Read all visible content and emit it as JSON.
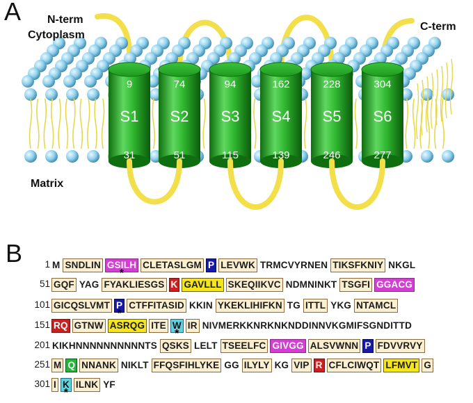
{
  "panelA": {
    "letter": "A",
    "labels": {
      "nterm": "N-term",
      "cytoplasm": "Cytoplasm",
      "cterm": "C-term",
      "matrix": "Matrix"
    },
    "helices": [
      {
        "name": "S1",
        "top": "9",
        "bottom": "31"
      },
      {
        "name": "S2",
        "top": "74",
        "bottom": "51"
      },
      {
        "name": "S3",
        "top": "94",
        "bottom": "115"
      },
      {
        "name": "S4",
        "top": "162",
        "bottom": "139"
      },
      {
        "name": "S5",
        "top": "228",
        "bottom": "246"
      },
      {
        "name": "S6",
        "top": "304",
        "bottom": "277"
      }
    ],
    "colors": {
      "helix": "#2fb62f",
      "helix_dark": "#0f6e0f",
      "loop": "#f2df4a",
      "lipid_head": "#8fd1ee",
      "lipid_tail": "#e6d84a"
    }
  },
  "panelB": {
    "letter": "B",
    "rows": [
      {
        "num": "1",
        "segs": [
          {
            "t": "M",
            "s": "plain"
          },
          {
            "t": "SNDLIN",
            "s": "tm"
          },
          {
            "t": "GSILH",
            "s": "mag",
            "star": true
          },
          {
            "t": "CLETASLGM",
            "s": "tm"
          },
          {
            "t": "P",
            "s": "blu"
          },
          {
            "t": "LEVWK",
            "s": "tm"
          },
          {
            "t": "TRMCVYRNEN",
            "s": "plain"
          },
          {
            "t": "TIKSFKNIY",
            "s": "tm"
          },
          {
            "t": "NKGL",
            "s": "plain"
          }
        ]
      },
      {
        "num": "51",
        "segs": [
          {
            "t": "GQF",
            "s": "tm"
          },
          {
            "t": "YAG",
            "s": "plain"
          },
          {
            "t": "FYAKLIESGS",
            "s": "tm"
          },
          {
            "t": "K",
            "s": "red"
          },
          {
            "t": "GAVLLL",
            "s": "ylw"
          },
          {
            "t": "SKEQIIKVC",
            "s": "tm"
          },
          {
            "t": "NDMNINKT",
            "s": "plain"
          },
          {
            "t": "TSGFI",
            "s": "tm"
          },
          {
            "t": "GGACG",
            "s": "mag"
          }
        ]
      },
      {
        "num": "101",
        "segs": [
          {
            "t": "GICQSLVMT",
            "s": "tm"
          },
          {
            "t": "P",
            "s": "blu",
            "star": true
          },
          {
            "t": "CTFFITASID",
            "s": "tm"
          },
          {
            "t": "KKIN",
            "s": "plain"
          },
          {
            "t": "YKEKLIHIFKN",
            "s": "tm"
          },
          {
            "t": "TG",
            "s": "plain"
          },
          {
            "t": "ITTL",
            "s": "tm"
          },
          {
            "t": "YKG",
            "s": "plain"
          },
          {
            "t": "NTAMCL",
            "s": "tm"
          }
        ]
      },
      {
        "num": "151",
        "segs": [
          {
            "t": "RQ",
            "s": "red"
          },
          {
            "t": "GTNW",
            "s": "tm"
          },
          {
            "t": "ASRQG",
            "s": "ylw"
          },
          {
            "t": "ITE",
            "s": "tm"
          },
          {
            "t": "W",
            "s": "cyn",
            "star": true
          },
          {
            "t": "IR",
            "s": "tm"
          },
          {
            "t": "NIVMERKKNRKNKNDDINNVKGMIFSGNDITTD",
            "s": "plain"
          }
        ]
      },
      {
        "num": "201",
        "segs": [
          {
            "t": "KIKHNNNNNNNNNNTS",
            "s": "plain"
          },
          {
            "t": "QSKS",
            "s": "tm"
          },
          {
            "t": "LELT",
            "s": "plain"
          },
          {
            "t": "TSEELFC",
            "s": "tm"
          },
          {
            "t": "GIVGG",
            "s": "mag"
          },
          {
            "t": "ALSVWNN",
            "s": "tm"
          },
          {
            "t": "P",
            "s": "blu"
          },
          {
            "t": "FDVVRVY",
            "s": "tm"
          }
        ]
      },
      {
        "num": "251",
        "segs": [
          {
            "t": "M",
            "s": "tm"
          },
          {
            "t": "Q",
            "s": "grn"
          },
          {
            "t": "NNANK",
            "s": "tm"
          },
          {
            "t": "NIKLT",
            "s": "plain"
          },
          {
            "t": "FFQSFIHLYKE",
            "s": "tm"
          },
          {
            "t": "GG",
            "s": "plain"
          },
          {
            "t": "ILYLY",
            "s": "tm"
          },
          {
            "t": "KG",
            "s": "plain"
          },
          {
            "t": "VIP",
            "s": "tm"
          },
          {
            "t": "R",
            "s": "red"
          },
          {
            "t": "CFLCIWQT",
            "s": "tm"
          },
          {
            "t": "LFMVT",
            "s": "ylw"
          },
          {
            "t": "G",
            "s": "tm"
          }
        ]
      },
      {
        "num": "301",
        "segs": [
          {
            "t": "I",
            "s": "tm"
          },
          {
            "t": "K",
            "s": "cyn",
            "star": true
          },
          {
            "t": "ILNK",
            "s": "tm"
          },
          {
            "t": "YF",
            "s": "plain"
          }
        ]
      }
    ]
  }
}
